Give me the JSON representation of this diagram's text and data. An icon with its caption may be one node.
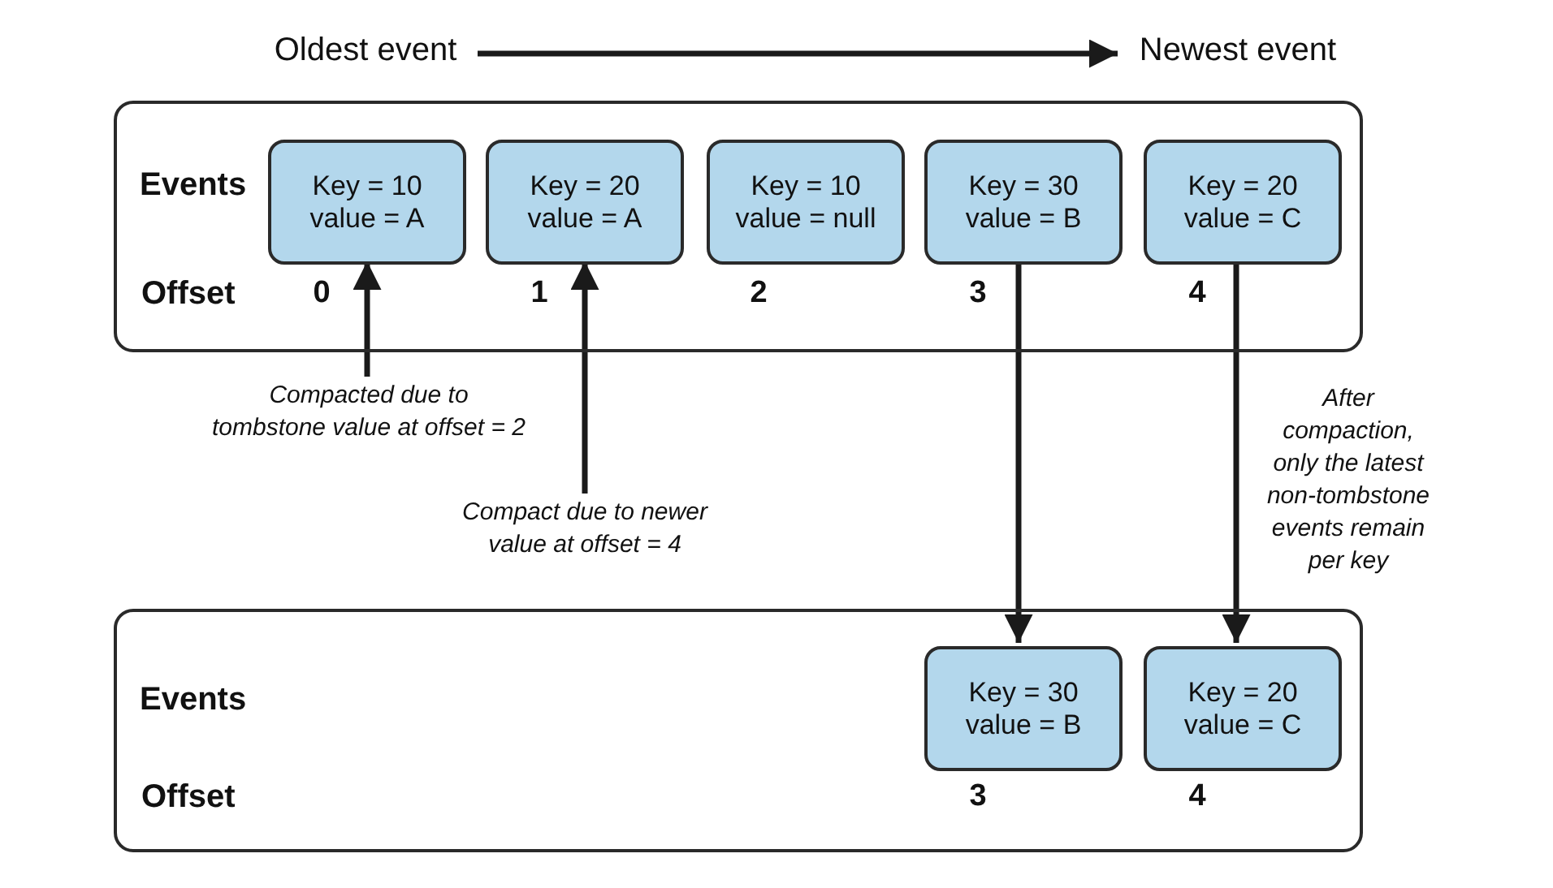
{
  "diagram": {
    "nodes": [
      {
        "text": [
          "Oldest event"
        ]
      },
      {
        "text": [
          "Newest event"
        ]
      },
      {
        "text": [],
        "shape": "box"
      },
      {
        "text": [
          "Key = 10 value = A"
        ],
        "in": 2
      },
      {
        "text": [
          "Key = 20 value = A"
        ],
        "in": 2
      },
      {
        "text": [
          "Key = 10 value = null"
        ],
        "in": 2
      },
      {
        "text": [
          "Key = 30 value = B"
        ],
        "in": 2
      },
      {
        "text": [
          "Key = 20 value = C"
        ],
        "in": 2
      },
      {
        "text": [
          "Compacted due to tombstone value at offset = 2"
        ]
      },
      {
        "text": [
          "Compact due to newer value at offset = 4"
        ]
      },
      {
        "text": [],
        "shape": "box"
      },
      {
        "text": [
          "Key = 30 value = B"
        ],
        "in": 10
      },
      {
        "text": [
          "Key = 20 value = C"
        ],
        "in": 10
      }
    ],
    "edges": [
      {
        "from": 0,
        "to": 1,
        "arrow": "to"
      },
      {
        "from": 8,
        "to": 3,
        "arrow": "to"
      },
      {
        "from": 9,
        "to": 4,
        "arrow": "to"
      },
      {
        "from": 6,
        "to": 11,
        "arrow": "to"
      },
      {
        "from": 7,
        "to": 12,
        "arrow": "to"
      }
    ],
    "labels": [
      "Events",
      "Offset",
      "0",
      "1",
      "2",
      "3",
      "4",
      "After compaction, only the latest non-tombstone events remain per key",
      "Events",
      "Offset",
      "3",
      "4"
    ]
  }
}
